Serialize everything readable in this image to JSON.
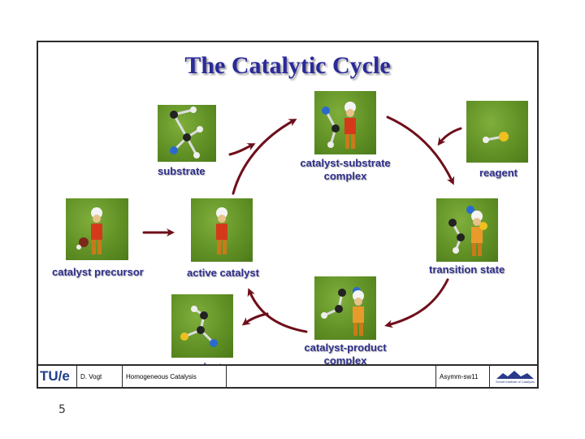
{
  "slide": {
    "title": "The Catalytic Cycle",
    "labels": {
      "substrate": "substrate",
      "cs_line1": "catalyst-substrate",
      "cs_line2": "complex",
      "reagent": "reagent",
      "precursor": "catalyst precursor",
      "active": "active catalyst",
      "transition": "transition state",
      "cp_line1": "catalyst-product",
      "cp_line2": "complex",
      "product": "product"
    }
  },
  "footer": {
    "logo": "TU/e",
    "author": "D. Vogt",
    "course": "Homogeneous Catalysis",
    "code": "Asymm-sw11",
    "institute": "Schuit Institute of Catalysis"
  },
  "page_number": "5",
  "colors": {
    "title": "#2a2a9a",
    "label": "#2f2f8c",
    "arrow": "#6e0f1a",
    "photo_bg": "#5f8f24"
  }
}
